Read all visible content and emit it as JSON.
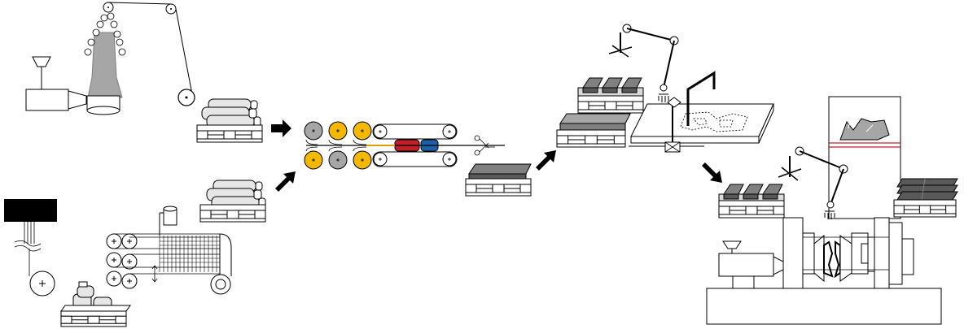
{
  "diagram": {
    "colors": {
      "line": "#000000",
      "fill": "#ffffff",
      "light_gray": "#d9d9d9",
      "mid_gray": "#a6a6a6",
      "dark_gray": "#808080",
      "deep_gray": "#595959",
      "yellow": "#f5b800",
      "red": "#c0202a",
      "blue": "#1f5fa8",
      "black": "#000000"
    },
    "stages": [
      {
        "key": "film-blowing",
        "icons": [
          "extruder-icon",
          "film-bubble-icon",
          "take-up-reel-icon"
        ]
      },
      {
        "key": "film-rolls-pallet",
        "icons": [
          "roll-stack-icon",
          "pallet-icon"
        ]
      },
      {
        "key": "fiber-spinning",
        "icons": [
          "spinneret-icon",
          "bobbin-icon",
          "yarn-pallet-icon"
        ]
      },
      {
        "key": "weaving",
        "icons": [
          "loom-icon",
          "cloth-roll-icon"
        ]
      },
      {
        "key": "fabric-rolls-pallet",
        "icons": [
          "roll-stack-icon",
          "pallet-icon"
        ]
      },
      {
        "key": "lamination",
        "icons": [
          "roller-stack-icon",
          "double-belt-press-icon",
          "scissors-icon"
        ]
      },
      {
        "key": "sheet-pallet",
        "icons": [
          "sheet-stack-icon",
          "pallet-icon"
        ]
      },
      {
        "key": "cutting",
        "icons": [
          "robot-arm-icon",
          "cutting-table-icon",
          "blank-stack-icon"
        ]
      },
      {
        "key": "moulding",
        "icons": [
          "robot-arm-icon",
          "injection-moulding-machine-icon",
          "part-stack-icon"
        ]
      }
    ],
    "arrows": [
      "arrow-to-lamination-top",
      "arrow-to-lamination-bottom",
      "arrow-to-cutting",
      "arrow-to-moulding"
    ]
  }
}
